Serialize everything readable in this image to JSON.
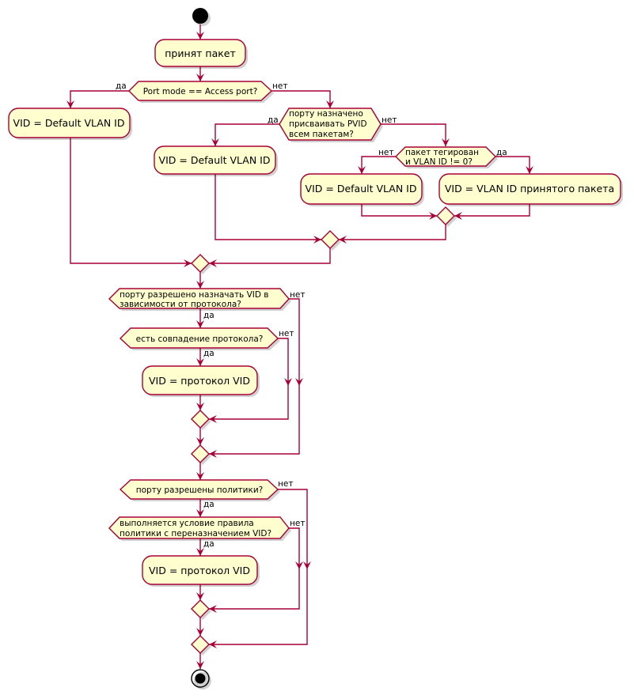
{
  "diagram": {
    "actions": {
      "receive": "принят пакет",
      "default_access": "VID = Default VLAN ID",
      "default_pvid": "VID = Default VLAN ID",
      "default_untagged": "VID = Default VLAN ID",
      "tagged_vid": "VID = VLAN ID принятого пакета",
      "protocol_vid_1": "VID = протокол VID",
      "protocol_vid_2": "VID = протокол VID"
    },
    "decisions": {
      "access_port": [
        "Port mode == Access port?"
      ],
      "pvid_all": [
        "порту назначено",
        "присваивать PVID",
        "всем пакетам?"
      ],
      "tagged": [
        "пакет тегирован",
        "и VLAN ID != 0?"
      ],
      "proto_allowed": [
        "порту разрешено назначать VID в",
        "зависимости от протокола?"
      ],
      "proto_match": [
        "есть совпадение протокола?"
      ],
      "policy_allowed": [
        "порту разрешены политики?"
      ],
      "policy_rule": [
        "выполняется условие правила",
        "политики с переназначением VID?"
      ]
    },
    "branch_labels": {
      "access_yes": "да",
      "access_no": "нет",
      "pvid_yes": "да",
      "pvid_no": "нет",
      "tagged_no": "нет",
      "tagged_yes": "да",
      "proto_allowed_yes": "да",
      "proto_allowed_no": "нет",
      "proto_match_yes": "да",
      "proto_match_no": "нет",
      "policy_allowed_yes": "да",
      "policy_allowed_no": "нет",
      "policy_rule_yes": "да",
      "policy_rule_no": "нет"
    }
  },
  "colors": {
    "stroke": "#A80036",
    "fill": "#FEFECE",
    "node": "#000000"
  }
}
